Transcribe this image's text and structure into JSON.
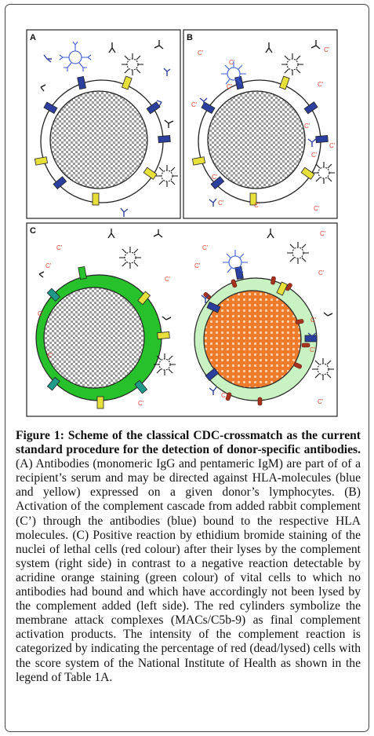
{
  "figure": {
    "panel_labels": [
      "A",
      "B",
      "C"
    ],
    "complement_symbol": "C'",
    "colors": {
      "antibody_blue": "#2b3f9e",
      "hla_yellow": "#e8e03a",
      "complement_red": "#e8402a",
      "vital_green": "#27c12c",
      "lysed_orange": "#ee7a2a",
      "lysed_membrane": "#c9f2c2",
      "mac_red": "#a8321e",
      "teal_antibody": "#1f9a8a"
    },
    "icons": [
      "igg-antibody-icon",
      "igm-pentamer-icon",
      "complement-c-icon",
      "membrane-attack-complex-icon",
      "lymphocyte-cell-icon"
    ]
  },
  "caption": {
    "lead": "Figure 1: Scheme of the classical CDC-crossmatch as the current standard procedure for the detection of donor-specific antibodies.",
    "body": " (A) Antibodies (monomeric IgG and pentameric IgM) are part of of a recipient’s serum and may be directed against HLA-molecules (blue and yellow) expressed on a given donor’s lymphocytes. (B) Activation of the complement cascade from added rabbit complement (C’) through the antibodies (blue) bound to the respective HLA molecules. (C) Positive reaction by ethidium bromide staining of the nuclei of lethal cells (red colour) after their lyses by the complement system (right side) in contrast to a negative reaction detectable by acridine orange staining (green colour) of vital cells to which no antibodies had bound and which have accordingly not been lysed by the complement added (left side). The red cylinders symbolize the membrane attack complexes (MACs/C5b-9) as final complement activation products. The intensity of the complement reaction is categorized by indicating the percentage of red (dead/lysed) cells with the score system of the National Institute of Health as shown in the legend of Table 1A."
  }
}
